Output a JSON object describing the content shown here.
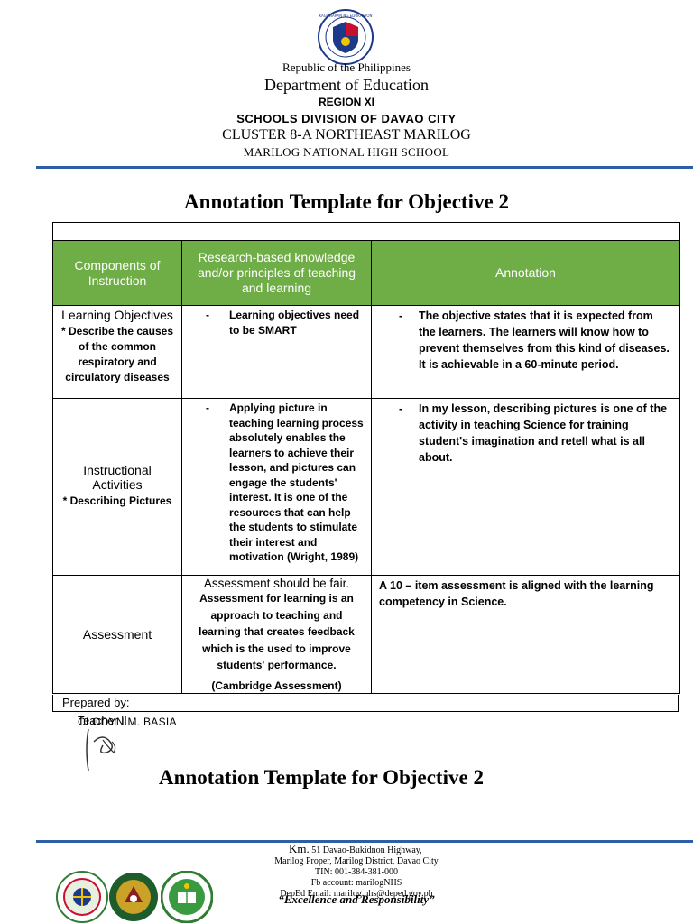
{
  "header": {
    "seal_text": "KAGAWARAN NG EDUKASYON",
    "republic": "Republic of the Philippines",
    "department": "Department of Education",
    "region": "REGION XI",
    "division": "SCHOOLS DIVISION OF DAVAO CITY",
    "cluster": "CLUSTER 8-A NORTHEAST MARILOG",
    "school": "MARILOG NATIONAL HIGH SCHOOL"
  },
  "title": "Annotation Template for Objective 2",
  "table": {
    "headers": {
      "components": "Components of Instruction",
      "research": "Research-based knowledge and/or principles of teaching and learning",
      "annotation": "Annotation"
    },
    "rows": [
      {
        "component": "Learning Objectives",
        "component_sub": "* Describe the causes of the common respiratory and circulatory diseases",
        "research": "Learning objectives need to be SMART",
        "annotation": "The objective states that it is expected from the learners. The learners will know how to prevent themselves from this kind of diseases. It is achievable in a 60-minute period."
      },
      {
        "component": "Instructional Activities",
        "component_sub": "* Describing Pictures",
        "research": "Applying picture in teaching learning process absolutely enables the learners to achieve their lesson, and pictures can engage the students' interest. It is one of the resources that can help the students to stimulate their interest and motivation (Wright, 1989)",
        "annotation": "In my lesson, describing pictures is one of the activity in teaching Science for training student's imagination and retell what is all about."
      },
      {
        "component": "Assessment",
        "research_heading": "Assessment should be fair.",
        "research": "Assessment for learning is an approach to teaching and learning that creates feedback which is the used to improve students' performance.",
        "research_source": "(Cambridge Assessment)",
        "annotation": "A 10 – item assessment is aligned with the learning competency in Science."
      }
    ]
  },
  "prepared_by_label": "Prepared by:",
  "preparer_name": "CLODYN M. BASIA",
  "preparer_overlap": "Teacher II",
  "repeat_title": "Annotation Template for Objective 2",
  "footer": {
    "address_km": "Km.",
    "address_line1": " 51 Davao-Bukidnon Highway,",
    "address_line2": "Marilog Proper, Marilog District, Davao City",
    "tin": "TIN: 001-384-381-000",
    "fb": "Fb account: marilogNHS",
    "email": "DepEd Email: marilog.nhs@deped.gov.ph",
    "motto": "“Excellence and Responsibility”"
  },
  "colors": {
    "header_green": "#6fad46",
    "rule_blue": "#2e5ea8"
  }
}
